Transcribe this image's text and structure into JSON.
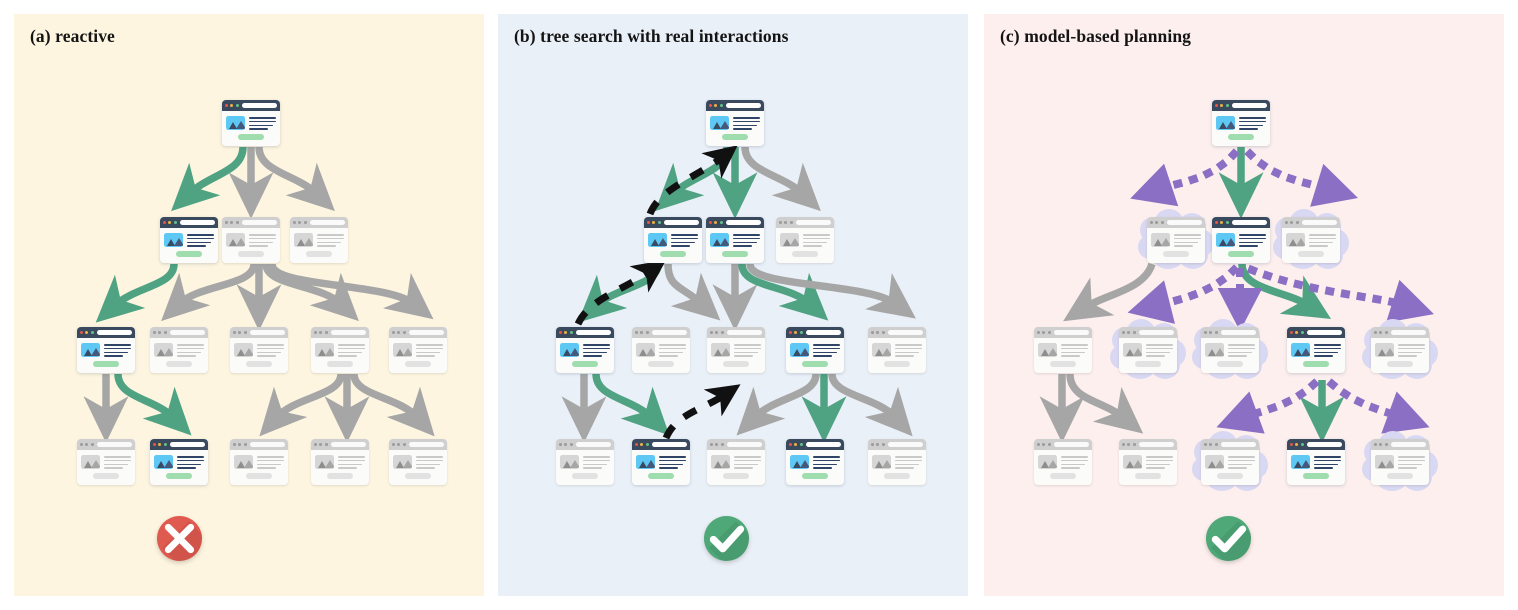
{
  "figure": {
    "caption_style": "three-panel comparison diagram of web-agent decision strategies",
    "panels": [
      {
        "id": "a",
        "title": "(a) reactive",
        "background": "#fdf5e0",
        "result": "fail",
        "result_icon": "x-mark-icon",
        "result_color": "#e05b4f",
        "edge_colors": {
          "taken": "#4fa282",
          "untaken": "#a6a6a6"
        },
        "tree": {
          "rows": [
            {
              "count": 1,
              "active": [
                0
              ]
            },
            {
              "count": 3,
              "active": [
                0
              ]
            },
            {
              "count": 5,
              "active": [
                0
              ]
            },
            {
              "count": 5,
              "active": [
                1
              ]
            }
          ]
        }
      },
      {
        "id": "b",
        "title": "(b) tree search with real interactions",
        "background": "#eaf0f8",
        "result": "success",
        "result_icon": "check-mark-icon",
        "result_color": "#4fa878",
        "edge_colors": {
          "taken": "#4fa282",
          "untaken": "#a6a6a6",
          "backtrack": "#111111"
        },
        "tree": {
          "rows": [
            {
              "count": 1,
              "active": [
                0
              ]
            },
            {
              "count": 3,
              "active": [
                0,
                1
              ]
            },
            {
              "count": 5,
              "active": [
                0,
                3
              ]
            },
            {
              "count": 5,
              "active": [
                1,
                3
              ]
            }
          ]
        }
      },
      {
        "id": "c",
        "title": "(c) model-based planning",
        "background": "#fcefee",
        "result": "success",
        "result_icon": "check-mark-icon",
        "result_color": "#4fa878",
        "edge_colors": {
          "taken": "#4fa282",
          "untaken": "#a6a6a6",
          "imagined": "#8b6fc4"
        },
        "tree": {
          "rows": [
            {
              "count": 1,
              "active": [
                0
              ],
              "cloud": []
            },
            {
              "count": 3,
              "active": [
                1
              ],
              "cloud": [
                0,
                2
              ]
            },
            {
              "count": 5,
              "active": [
                3
              ],
              "cloud": [
                1,
                2,
                4
              ]
            },
            {
              "count": 5,
              "active": [
                3
              ],
              "cloud": [
                2,
                3,
                4
              ]
            }
          ]
        }
      }
    ],
    "node": {
      "name": "browser-window-node",
      "parts": [
        "traffic-light-dots",
        "url-bar",
        "image-thumbnail",
        "text-lines",
        "action-button"
      ]
    },
    "legend_semantics": {
      "solid_green_arrow": "action actually taken",
      "solid_gray_arrow": "alternative action not taken",
      "dashed_black_arrow": "backtracking via real interaction",
      "dotted_purple_arrow": "imagined transition in world model",
      "cloud_outline": "simulated / imagined state"
    }
  }
}
